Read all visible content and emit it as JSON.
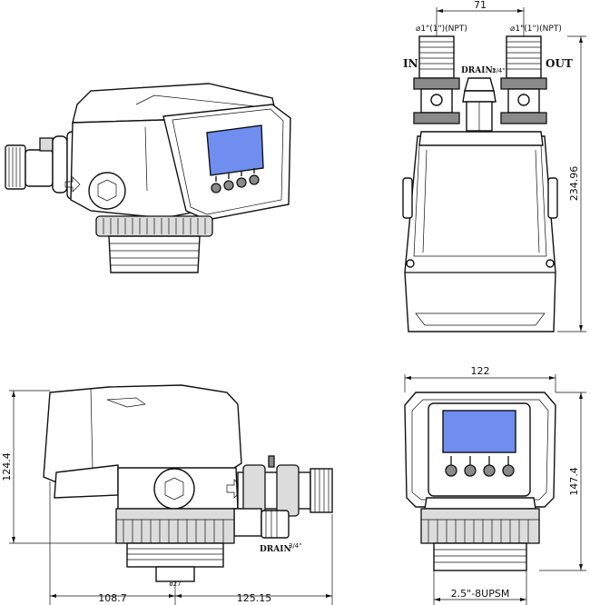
{
  "dimensions": {
    "top_port_spacing": "71",
    "top_height": "234.96",
    "side_height": "124.4",
    "side_left_width": "108.7",
    "side_right_width": "125.15",
    "drain_dia": "ø27",
    "front_width": "122",
    "front_height": "147.4",
    "thread": "2.5\"-8UPSM"
  },
  "labels": {
    "in": "IN",
    "out": "OUT",
    "drain_top": "DRAIN:",
    "drain_top_frac": "3/4\"",
    "drain_side": "DRAIN",
    "drain_side_frac": "3/4\"",
    "port_left": "⌀1\"(1\")(NPT)",
    "port_right": "⌀1\"(1\")(NPT)"
  },
  "colors": {
    "screen": "#6f8ef0",
    "line": "#111111"
  }
}
